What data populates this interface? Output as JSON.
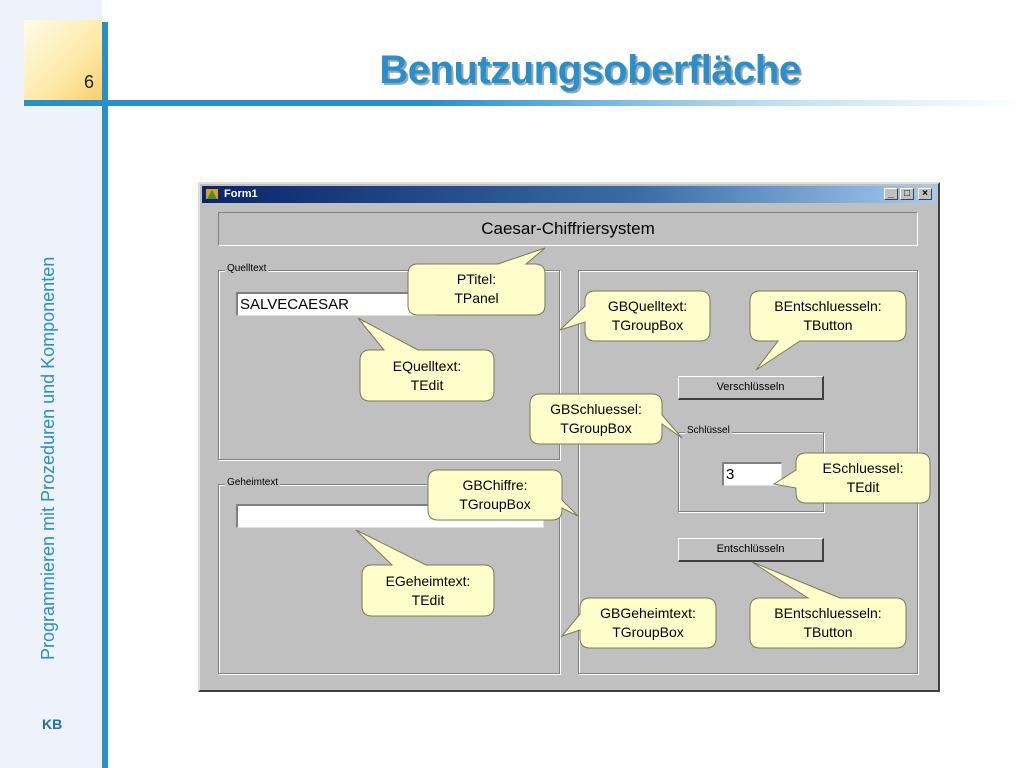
{
  "slide": {
    "page_number": "6",
    "title": "Benutzungsoberfläche",
    "vertical_title": "Programmieren mit Prozeduren und Komponenten",
    "footer": "KB"
  },
  "window": {
    "title": "Form1",
    "buttons": {
      "minimize": "_",
      "maximize": "□",
      "close": "×"
    },
    "panel_caption": "Caesar-Chiffriersystem",
    "gb_quelltext": {
      "caption": "Quelltext",
      "edit_value": "SALVECAESAR"
    },
    "gb_geheimtext": {
      "caption": "Geheimtext",
      "edit_value": ""
    },
    "btn_verschluesseln": "Verschlüsseln",
    "gb_schluessel": {
      "caption": "Schlüssel",
      "edit_value": "3"
    },
    "btn_entschluesseln": "Entschlüsseln"
  },
  "callouts": {
    "ptitel": {
      "line1": "PTitel:",
      "line2": "TPanel"
    },
    "equelltext": {
      "line1": "EQuelltext:",
      "line2": "TEdit"
    },
    "gbquelltext": {
      "line1": "GBQuelltext:",
      "line2": "TGroupBox"
    },
    "bentschluesseln_top": {
      "line1": "BEntschluesseln:",
      "line2": "TButton"
    },
    "gbschluessel": {
      "line1": "GBSchluessel:",
      "line2": "TGroupBox"
    },
    "eschluessel": {
      "line1": "ESchluessel:",
      "line2": "TEdit"
    },
    "gbchiffre": {
      "line1": "GBChiffre:",
      "line2": "TGroupBox"
    },
    "egeheimtext": {
      "line1": "EGeheimtext:",
      "line2": "TEdit"
    },
    "gbgeheimtext": {
      "line1": "GBGeheimtext:",
      "line2": "TGroupBox"
    },
    "bentschluesseln_bottom": {
      "line1": "BEntschluesseln:",
      "line2": "TButton"
    }
  },
  "colors": {
    "accent_blue": "#2a8ec9",
    "callout_fill": "#ffffcc",
    "window_face": "#c0c0c0"
  }
}
